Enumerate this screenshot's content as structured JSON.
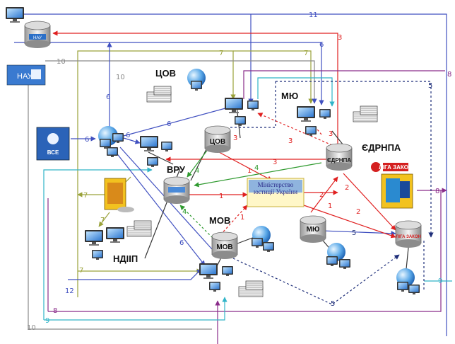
{
  "nodes": {
    "tsov_top": "ЦОВ",
    "tsov_db": "ЦОВ",
    "vru": "ВРУ",
    "mov": "МОВ",
    "mov_db": "МОВ",
    "miu_top": "МЮ",
    "miu_db": "МЮ",
    "edrnpa": "ЄДРНПА",
    "edrnpa_db": "ЄДРНПА",
    "ndiip": "НДІІП",
    "map_text": "Міністерство юстиції України",
    "hay_db": "НАУ",
    "hay_box": "НАУ",
    "vse_box": "ВСЕ",
    "liga": "ЛІГА ЗАКОН",
    "liga_db": "ЛІГА ЗАКОН"
  },
  "numbers": {
    "n11": "11",
    "n3a": "3",
    "n7a": "7",
    "n7b": "7",
    "n10a": "10",
    "n10b": "10",
    "n6a": "6",
    "n6b": "6",
    "n6c": "6",
    "n6d": "6",
    "n6e": "6",
    "n6f": "6",
    "n5a": "5",
    "n5b": "5",
    "n5c": "5",
    "n8a": "8",
    "n8b": "8",
    "n8c": "8",
    "n3b": "3",
    "n3c": "3",
    "n3d": "3",
    "n3e": "3",
    "n4a": "4",
    "n4b": "4",
    "n4c": "4",
    "n1a": "1",
    "n1b": "1",
    "n1c": "1",
    "n1d": "1",
    "n2a": "2",
    "n2b": "2",
    "n2c": "2",
    "n7c": "7",
    "n7d": "7",
    "n7e": "7",
    "n12": "12",
    "n9a": "9",
    "n9b": "9",
    "n10c": "10"
  },
  "colors": {
    "red": "#e02020",
    "blue": "#4050c0",
    "olive": "#9aa23a",
    "purple": "#8a2c8a",
    "cyan": "#30b4c8",
    "darkblue": "#1f2f7a",
    "green": "#2f9a2f",
    "gray": "#8a8a8a"
  }
}
